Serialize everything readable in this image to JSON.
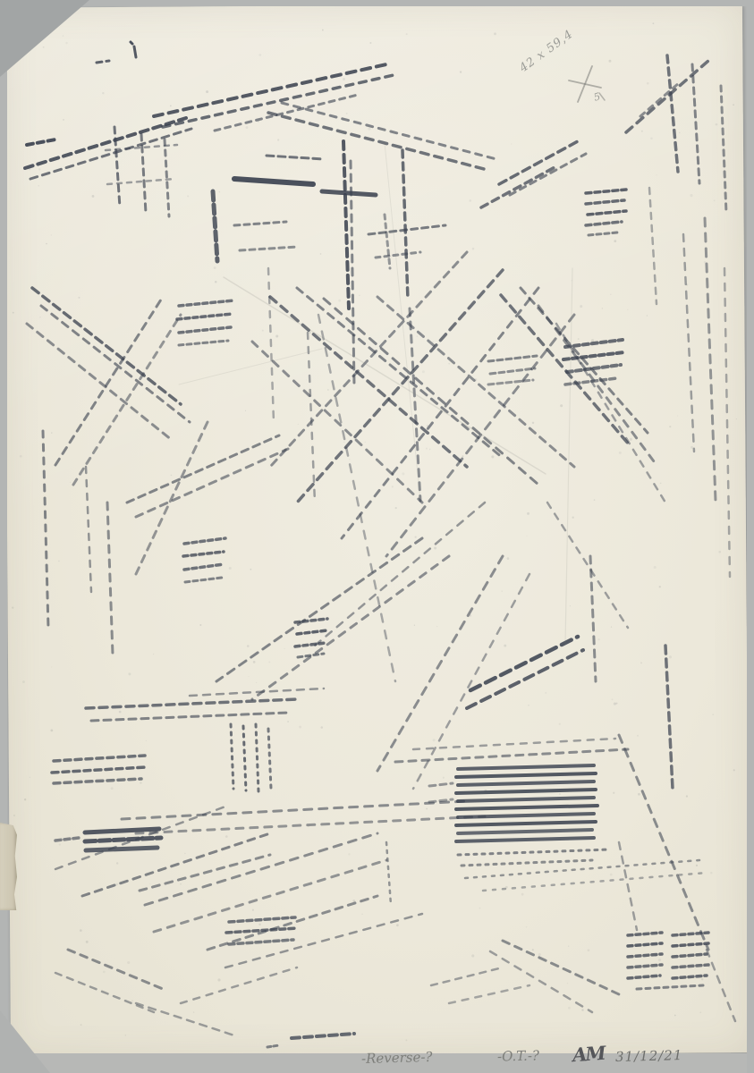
{
  "artwork": {
    "description": "abstract monotype print, dark dashed ink marks on cream paper",
    "colors": {
      "backdrop": "#b6b8b7",
      "paper": "#ece8da",
      "ink": "#39404e",
      "pencil": "#8f908c",
      "tape": "#cfc8b4"
    }
  },
  "annotations": {
    "dimensions": "42 x 59,4",
    "small_figure": "5",
    "inscription_left": "-Reverse-?",
    "inscription_mid": "-O.T.-?",
    "monogram": "AM",
    "date": "31/12/21"
  },
  "strokes": [
    [
      146,
      47,
      148,
      49,
      3,
      "",
      0.9
    ],
    [
      108,
      70,
      122,
      68,
      3,
      "6 5",
      0.8
    ],
    [
      150,
      52,
      152,
      64,
      3,
      "",
      0.85
    ],
    [
      172,
      130,
      432,
      72,
      4,
      "10 7",
      0.85
    ],
    [
      182,
      142,
      440,
      84,
      3.5,
      "8 7",
      0.75
    ],
    [
      240,
      146,
      400,
      106,
      3,
      "6 6",
      0.6
    ],
    [
      300,
      126,
      545,
      190,
      3.5,
      "9 7",
      0.7
    ],
    [
      315,
      115,
      555,
      178,
      3,
      "7 7",
      0.6
    ],
    [
      28,
      188,
      208,
      132,
      4,
      "9 6",
      0.85
    ],
    [
      34,
      200,
      214,
      144,
      3,
      "8 6",
      0.7
    ],
    [
      30,
      162,
      62,
      156,
      4,
      "7 5",
      0.9
    ],
    [
      128,
      142,
      134,
      232,
      3,
      "7 6",
      0.7
    ],
    [
      158,
      150,
      163,
      238,
      3,
      "7 6",
      0.65
    ],
    [
      184,
      156,
      189,
      242,
      3,
      "6 6",
      0.6
    ],
    [
      118,
      168,
      198,
      162,
      2.5,
      "5 6",
      0.5
    ],
    [
      120,
      206,
      196,
      200,
      2.5,
      "5 6",
      0.45
    ],
    [
      262,
      200,
      350,
      206,
      6,
      "",
      0.9
    ],
    [
      298,
      174,
      362,
      178,
      3,
      "8 5",
      0.7
    ],
    [
      238,
      214,
      243,
      292,
      5,
      "10 5",
      0.8
    ],
    [
      262,
      252,
      320,
      248,
      3,
      "6 5",
      0.6
    ],
    [
      268,
      280,
      332,
      276,
      3,
      "6 5",
      0.55
    ],
    [
      384,
      158,
      390,
      345,
      4,
      "9 6",
      0.85
    ],
    [
      392,
      180,
      396,
      430,
      3,
      "8 7",
      0.6
    ],
    [
      450,
      168,
      456,
      335,
      3.5,
      "8 6",
      0.75
    ],
    [
      458,
      345,
      470,
      560,
      3,
      "8 7",
      0.55
    ],
    [
      360,
      214,
      420,
      218,
      5,
      "",
      0.85
    ],
    [
      412,
      262,
      498,
      252,
      3,
      "7 5",
      0.65
    ],
    [
      420,
      288,
      470,
      282,
      3,
      "5 5",
      0.55
    ],
    [
      430,
      240,
      436,
      300,
      3,
      "5 5",
      0.5
    ],
    [
      538,
      232,
      622,
      186,
      3.5,
      "8 6",
      0.7
    ],
    [
      558,
      206,
      646,
      158,
      3.5,
      "9 6",
      0.75
    ],
    [
      570,
      218,
      655,
      172,
      3,
      "7 6",
      0.6
    ],
    [
      700,
      148,
      792,
      68,
      3.5,
      "9 7",
      0.7
    ],
    [
      716,
      130,
      760,
      92,
      3,
      "6 6",
      0.55
    ],
    [
      655,
      216,
      700,
      212,
      3.5,
      "6 4",
      0.8
    ],
    [
      655,
      228,
      698,
      224,
      3.5,
      "6 4",
      0.75
    ],
    [
      657,
      240,
      700,
      236,
      3.5,
      "6 4",
      0.8
    ],
    [
      655,
      252,
      695,
      248,
      3.5,
      "6 4",
      0.7
    ],
    [
      658,
      263,
      690,
      260,
      3,
      "5 4",
      0.6
    ],
    [
      746,
      62,
      758,
      192,
      3.5,
      "8 6",
      0.7
    ],
    [
      774,
      72,
      782,
      205,
      3,
      "7 6",
      0.6
    ],
    [
      806,
      96,
      812,
      238,
      3,
      "6 6",
      0.55
    ],
    [
      788,
      244,
      800,
      560,
      3,
      "9 8",
      0.5
    ],
    [
      764,
      262,
      776,
      505,
      2.5,
      "8 8",
      0.45
    ],
    [
      810,
      300,
      816,
      645,
      2.5,
      "8 9",
      0.4
    ],
    [
      726,
      210,
      734,
      340,
      2.5,
      "7 7",
      0.4
    ],
    [
      632,
      388,
      696,
      380,
      4,
      "6 4",
      0.75
    ],
    [
      630,
      402,
      698,
      394,
      4,
      "6 4",
      0.8
    ],
    [
      634,
      416,
      694,
      408,
      4,
      "6 4",
      0.7
    ],
    [
      632,
      430,
      690,
      423,
      3.5,
      "6 4",
      0.6
    ],
    [
      560,
      330,
      704,
      498,
      3.5,
      "9 7",
      0.7
    ],
    [
      582,
      322,
      724,
      484,
      3,
      "8 7",
      0.6
    ],
    [
      602,
      342,
      734,
      520,
      3,
      "8 8",
      0.55
    ],
    [
      622,
      362,
      744,
      562,
      2.5,
      "7 8",
      0.45
    ],
    [
      302,
      332,
      522,
      522,
      3.5,
      "9 7",
      0.7
    ],
    [
      332,
      322,
      562,
      512,
      3,
      "8 7",
      0.6
    ],
    [
      362,
      334,
      602,
      542,
      3,
      "9 8",
      0.6
    ],
    [
      282,
      382,
      472,
      562,
      3,
      "8 8",
      0.55
    ],
    [
      422,
      332,
      642,
      522,
      3,
      "8 7",
      0.55
    ],
    [
      562,
      302,
      332,
      562,
      3.5,
      "9 7",
      0.7
    ],
    [
      602,
      322,
      382,
      602,
      3,
      "8 8",
      0.6
    ],
    [
      522,
      282,
      302,
      522,
      3,
      "8 7",
      0.55
    ],
    [
      642,
      352,
      432,
      622,
      3,
      "9 8",
      0.55
    ],
    [
      36,
      322,
      202,
      452,
      3.5,
      "9 6",
      0.75
    ],
    [
      46,
      342,
      212,
      472,
      3,
      "8 7",
      0.6
    ],
    [
      30,
      362,
      192,
      492,
      3,
      "8 7",
      0.55
    ],
    [
      62,
      520,
      182,
      332,
      3,
      "8 7",
      0.6
    ],
    [
      82,
      542,
      202,
      352,
      3,
      "7 7",
      0.5
    ],
    [
      48,
      482,
      54,
      702,
      3,
      "7 8",
      0.6
    ],
    [
      96,
      522,
      102,
      662,
      2.5,
      "7 8",
      0.5
    ],
    [
      120,
      562,
      126,
      732,
      3,
      "8 8",
      0.55
    ],
    [
      200,
      342,
      262,
      336,
      3.5,
      "5 4",
      0.7
    ],
    [
      198,
      357,
      260,
      351,
      3.5,
      "5 4",
      0.75
    ],
    [
      200,
      372,
      258,
      366,
      3.5,
      "5 4",
      0.7
    ],
    [
      200,
      386,
      255,
      381,
      3,
      "5 4",
      0.6
    ],
    [
      344,
      372,
      352,
      562,
      2.5,
      "7 9",
      0.45
    ],
    [
      300,
      300,
      306,
      472,
      2.5,
      "7 9",
      0.4
    ],
    [
      356,
      352,
      442,
      762,
      2.5,
      "9 10",
      0.4
    ],
    [
      546,
      404,
      600,
      398,
      3,
      "6 4",
      0.6
    ],
    [
      548,
      418,
      598,
      412,
      3,
      "6 4",
      0.55
    ],
    [
      546,
      430,
      596,
      425,
      3,
      "6 4",
      0.5
    ],
    [
      142,
      562,
      312,
      487,
      3,
      "8 6",
      0.6
    ],
    [
      152,
      578,
      322,
      502,
      3,
      "8 7",
      0.55
    ],
    [
      232,
      472,
      152,
      642,
      3,
      "8 7",
      0.5
    ],
    [
      206,
      608,
      252,
      602,
      3.5,
      "5 4",
      0.7
    ],
    [
      205,
      622,
      250,
      617,
      3.5,
      "5 4",
      0.75
    ],
    [
      206,
      637,
      250,
      631,
      3.5,
      "5 4",
      0.7
    ],
    [
      207,
      651,
      248,
      646,
      3,
      "5 4",
      0.6
    ],
    [
      330,
      696,
      366,
      692,
      3.5,
      "5 4",
      0.75
    ],
    [
      332,
      709,
      366,
      705,
      3.5,
      "5 4",
      0.8
    ],
    [
      330,
      723,
      364,
      719,
      3.5,
      "5 4",
      0.75
    ],
    [
      333,
      735,
      362,
      731,
      3,
      "5 4",
      0.65
    ],
    [
      472,
      602,
      242,
      762,
      3,
      "9 7",
      0.6
    ],
    [
      502,
      622,
      282,
      782,
      3,
      "8 8",
      0.55
    ],
    [
      542,
      562,
      352,
      722,
      2.5,
      "8 8",
      0.5
    ],
    [
      562,
      622,
      422,
      862,
      3,
      "9 8",
      0.55
    ],
    [
      592,
      642,
      462,
      882,
      2.5,
      "8 9",
      0.45
    ],
    [
      612,
      562,
      702,
      702,
      2.5,
      "7 8",
      0.45
    ],
    [
      660,
      622,
      666,
      762,
      3,
      "8 7",
      0.55
    ],
    [
      526,
      772,
      646,
      712,
      4.5,
      "12 7",
      0.85
    ],
    [
      522,
      792,
      652,
      727,
      4,
      "11 7",
      0.8
    ],
    [
      744,
      722,
      752,
      882,
      3.5,
      "9 6",
      0.7
    ],
    [
      692,
      822,
      792,
      1062,
      3,
      "9 8",
      0.55
    ],
    [
      790,
      1062,
      822,
      1142,
      2.5,
      "8 8",
      0.45
    ],
    [
      96,
      792,
      332,
      782,
      3.5,
      "9 6",
      0.7
    ],
    [
      102,
      806,
      322,
      797,
      3,
      "8 6",
      0.6
    ],
    [
      212,
      778,
      362,
      770,
      2.5,
      "8 7",
      0.5
    ],
    [
      60,
      851,
      162,
      845,
      3.5,
      "7 5",
      0.7
    ],
    [
      58,
      864,
      163,
      858,
      3.5,
      "7 5",
      0.75
    ],
    [
      60,
      876,
      158,
      871,
      3.5,
      "7 5",
      0.65
    ],
    [
      95,
      931,
      178,
      927,
      5,
      "",
      0.85
    ],
    [
      95,
      941,
      180,
      937,
      5,
      "12 4",
      0.85
    ],
    [
      96,
      951,
      176,
      948,
      5,
      "",
      0.8
    ],
    [
      62,
      940,
      88,
      937,
      3.5,
      "6 4",
      0.6
    ],
    [
      258,
      810,
      261,
      882,
      3,
      "3 6",
      0.7
    ],
    [
      272,
      812,
      275,
      884,
      3,
      "3 6",
      0.75
    ],
    [
      286,
      810,
      289,
      885,
      3,
      "3 6",
      0.7
    ],
    [
      300,
      815,
      303,
      882,
      3,
      "3 6",
      0.65
    ],
    [
      136,
      916,
      522,
      896,
      3,
      "9 8",
      0.55
    ],
    [
      152,
      932,
      542,
      913,
      3,
      "8 8",
      0.5
    ],
    [
      92,
      1002,
      302,
      932,
      3,
      "8 7",
      0.6
    ],
    [
      62,
      972,
      252,
      902,
      2.5,
      "8 8",
      0.5
    ],
    [
      162,
      1012,
      422,
      932,
      3,
      "9 8",
      0.55
    ],
    [
      172,
      1042,
      432,
      962,
      3,
      "8 8",
      0.5
    ],
    [
      76,
      1062,
      182,
      1106,
      3,
      "8 7",
      0.55
    ],
    [
      62,
      1088,
      172,
      1132,
      2.5,
      "7 7",
      0.45
    ],
    [
      156,
      996,
      302,
      956,
      3,
      "8 7",
      0.55
    ],
    [
      232,
      1062,
      422,
      1002,
      3,
      "8 7",
      0.55
    ],
    [
      252,
      1082,
      472,
      1022,
      2.5,
      "8 8",
      0.5
    ],
    [
      202,
      1122,
      332,
      1082,
      2.5,
      "7 8",
      0.45
    ],
    [
      432,
      942,
      437,
      1012,
      2.5,
      "3 6",
      0.5
    ],
    [
      256,
      1031,
      330,
      1026,
      3.5,
      "6 4",
      0.7
    ],
    [
      253,
      1043,
      332,
      1038,
      3.5,
      "6 4",
      0.75
    ],
    [
      256,
      1056,
      328,
      1051,
      3.5,
      "6 4",
      0.65
    ],
    [
      326,
      1161,
      396,
      1156,
      4,
      "9 5",
      0.75
    ],
    [
      299,
      1171,
      312,
      1169,
      3,
      "4 3",
      0.6
    ],
    [
      152,
      1122,
      262,
      1158,
      2.5,
      "8 7",
      0.45
    ],
    [
      512,
      860,
      664,
      856,
      4,
      "",
      0.8
    ],
    [
      510,
      869,
      666,
      865,
      4,
      "",
      0.85
    ],
    [
      512,
      878,
      664,
      874,
      4,
      "",
      0.8
    ],
    [
      510,
      887,
      666,
      883,
      4,
      "",
      0.85
    ],
    [
      512,
      896,
      664,
      892,
      4,
      "",
      0.8
    ],
    [
      510,
      905,
      668,
      901,
      4,
      "",
      0.85
    ],
    [
      512,
      914,
      664,
      910,
      4,
      "",
      0.8
    ],
    [
      510,
      923,
      666,
      919,
      4,
      "",
      0.85
    ],
    [
      512,
      932,
      662,
      928,
      4,
      "",
      0.75
    ],
    [
      510,
      941,
      664,
      937,
      4,
      "",
      0.8
    ],
    [
      480,
      879,
      506,
      876,
      3,
      "7 5",
      0.5
    ],
    [
      480,
      897,
      506,
      894,
      3,
      "7 5",
      0.45
    ],
    [
      512,
      956,
      682,
      950,
      3,
      "3 6",
      0.6
    ],
    [
      516,
      968,
      662,
      962,
      3,
      "3 6",
      0.55
    ],
    [
      520,
      982,
      782,
      962,
      2.5,
      "3 7",
      0.5
    ],
    [
      540,
      996,
      790,
      976,
      2.5,
      "3 8",
      0.4
    ],
    [
      442,
      852,
      702,
      838,
      3,
      "8 7",
      0.55
    ],
    [
      462,
      838,
      688,
      826,
      2.5,
      "7 8",
      0.45
    ],
    [
      702,
      1046,
      740,
      1043,
      3.5,
      "5 4",
      0.75
    ],
    [
      702,
      1058,
      740,
      1055,
      3.5,
      "5 4",
      0.8
    ],
    [
      702,
      1070,
      740,
      1067,
      3.5,
      "5 4",
      0.75
    ],
    [
      702,
      1082,
      740,
      1079,
      3.5,
      "5 4",
      0.7
    ],
    [
      702,
      1094,
      738,
      1091,
      3.5,
      "5 4",
      0.75
    ],
    [
      752,
      1046,
      792,
      1043,
      3.5,
      "5 4",
      0.75
    ],
    [
      752,
      1058,
      792,
      1055,
      3.5,
      "5 4",
      0.8
    ],
    [
      752,
      1070,
      790,
      1067,
      3.5,
      "5 4",
      0.75
    ],
    [
      752,
      1082,
      792,
      1079,
      3.5,
      "5 4",
      0.7
    ],
    [
      752,
      1094,
      790,
      1091,
      3.5,
      "5 4",
      0.75
    ],
    [
      712,
      1106,
      786,
      1102,
      3,
      "5 5",
      0.6
    ],
    [
      562,
      1052,
      692,
      1112,
      3,
      "8 7",
      0.55
    ],
    [
      548,
      1064,
      662,
      1132,
      2.5,
      "8 8",
      0.45
    ],
    [
      482,
      1102,
      562,
      1082,
      2.5,
      "7 7",
      0.45
    ],
    [
      502,
      1122,
      592,
      1102,
      2.5,
      "7 8",
      0.4
    ],
    [
      692,
      942,
      712,
      1040,
      2.5,
      "8 8",
      0.45
    ]
  ],
  "pencil_strokes": [
    [
      636,
      90,
      672,
      98,
      1.8,
      "",
      0.55
    ],
    [
      662,
      74,
      646,
      114,
      1.8,
      "",
      0.55
    ],
    [
      670,
      104,
      676,
      112,
      1.5,
      "",
      0.5
    ],
    [
      250,
      310,
      610,
      530,
      1.5,
      "",
      0.16
    ],
    [
      430,
      160,
      470,
      560,
      1,
      "",
      0.12
    ],
    [
      640,
      300,
      632,
      720,
      1.2,
      "",
      0.12
    ],
    [
      200,
      430,
      360,
      390,
      1,
      "",
      0.12
    ]
  ]
}
